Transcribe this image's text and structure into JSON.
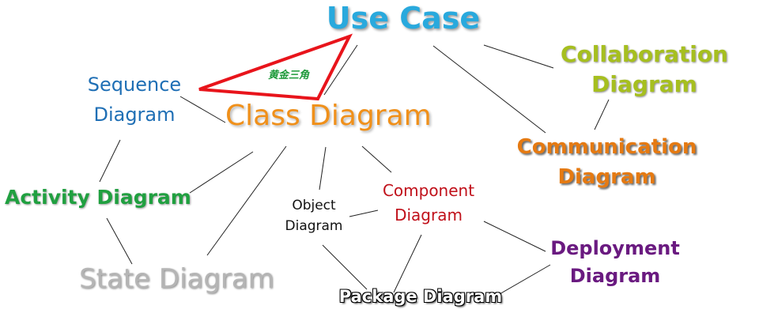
{
  "nodes": {
    "use_case": "Use Case",
    "sequence_line1": "Sequence",
    "sequence_line2": "Diagram",
    "class_diagram": "Class Diagram",
    "collaboration_line1": "Collaboration",
    "collaboration_line2": "Diagram",
    "communication_line1": "Communication",
    "communication_line2": "Diagram",
    "activity_diagram": "Activity Diagram",
    "object_line1": "Object",
    "object_line2": "Diagram",
    "component_line1": "Component",
    "component_line2": "Diagram",
    "deployment_line1": "Deployment",
    "deployment_line2": "Diagram",
    "state_diagram": "State Diagram",
    "package_diagram": "Package Diagram"
  },
  "triangle": {
    "label": "黄金三角",
    "color": "#e8141b"
  },
  "colors": {
    "use_case": "#29a9dd",
    "sequence": "#1f6fb5",
    "class_diagram": "#f0901a",
    "collaboration": "#a6bf1f",
    "communication": "#e57a12",
    "activity": "#20a040",
    "component": "#c0101a",
    "deployment": "#6a1a80",
    "state": "#b5b5b5",
    "connector": "#222222"
  }
}
